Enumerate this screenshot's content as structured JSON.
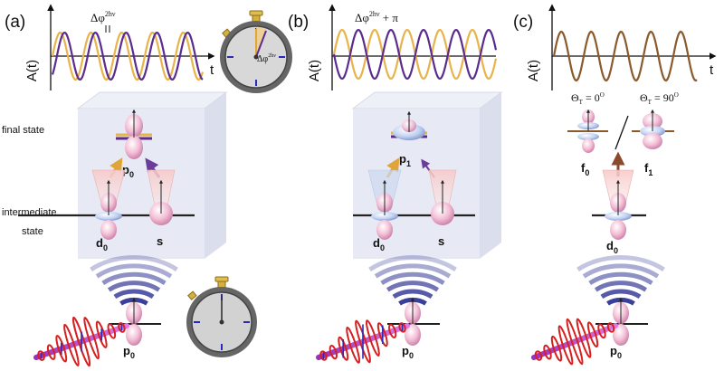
{
  "panels": [
    {
      "id": "a",
      "label": "(a)",
      "yaxis": "A(t)",
      "xaxis": "t",
      "phase_label": "Δφ",
      "phase_sup": "2hν",
      "clock_label": "Δφ",
      "clock_sup": "2hν",
      "state_final": "final state",
      "state_intermediate_1": "intermediate",
      "state_intermediate_2": "state",
      "orbital_final": "p",
      "orbital_final_sub": "0",
      "orbital_d": "d",
      "orbital_d_sub": "0",
      "orbital_s": "s",
      "orbital_ground": "p",
      "orbital_ground_sub": "0"
    },
    {
      "id": "b",
      "label": "(b)",
      "yaxis": "A(t)",
      "phase_label": "Δφ",
      "phase_sup": "2hν",
      "phase_suffix": " + π",
      "orbital_final": "p",
      "orbital_final_sub": "1",
      "orbital_d": "d",
      "orbital_d_sub": "0",
      "orbital_s": "s",
      "orbital_ground": "p",
      "orbital_ground_sub": "0"
    },
    {
      "id": "c",
      "label": "(c)",
      "yaxis": "A(t)",
      "xaxis": "t",
      "theta0_label": "Θ",
      "theta0_sub": "T",
      "theta0_value": " = 0",
      "theta0_deg": "O",
      "theta90_label": "Θ",
      "theta90_sub": "T",
      "theta90_value": " = 90",
      "theta90_deg": "O",
      "orbital_f0": "f",
      "orbital_f0_sub": "0",
      "orbital_f1": "f",
      "orbital_f1_sub": "1",
      "orbital_d": "d",
      "orbital_d_sub": "0",
      "orbital_ground": "p",
      "orbital_ground_sub": "0"
    }
  ],
  "colors": {
    "wave_purple": "#5b2c8f",
    "wave_orange": "#e8b34a",
    "wave_brown": "#8a5a2b",
    "arrow_orange": "#e0a53a",
    "arrow_purple": "#6a3d9a",
    "arrow_brown": "#8b4a2b",
    "box": "#e3e6f2",
    "lobe_pink": "#f1b8d0",
    "lobe_blue": "#b7c9ee",
    "pulse_red": "#d62020",
    "pulse_blue": "#2a2ab8",
    "beam_magenta": "#c040d0",
    "clock_rim": "#555555",
    "clock_face": "#cfcfcf"
  }
}
